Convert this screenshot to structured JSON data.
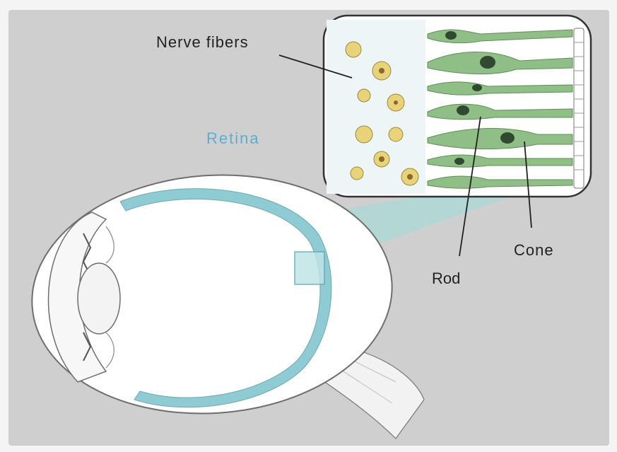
{
  "labels": {
    "nerve_fibers": "Nerve fibers",
    "retina": "Retina",
    "rod": "Rod",
    "cone": "Cone"
  },
  "colors": {
    "background": "#cfcfcf",
    "retina_layer": "#8fcbd2",
    "retina_label": "#5aaed2",
    "zoom_cone": "#a9d9d6",
    "cell_green": "#8fbf86",
    "nerve_yellow": "#e8d27a",
    "nucleus_dark": "#2f4a30"
  },
  "icons": [
    "eye-cross-section",
    "retina-magnified-inset"
  ]
}
